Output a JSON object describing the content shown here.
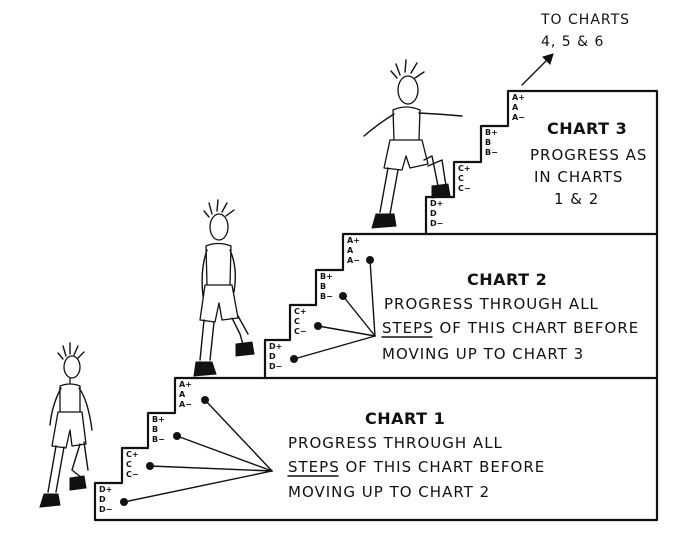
{
  "top_note": {
    "line1": "TO CHARTS",
    "line2": "4, 5 & 6"
  },
  "charts": [
    {
      "title": "CHART 1",
      "lines": [
        "PROGRESS THROUGH ALL",
        "STEPS OF THIS CHART BEFORE",
        "MOVING UP TO CHART 2"
      ],
      "underlined_word": "STEPS",
      "steps": [
        {
          "labels": [
            "D+",
            "D",
            "D−"
          ]
        },
        {
          "labels": [
            "C+",
            "C",
            "C−"
          ]
        },
        {
          "labels": [
            "B+",
            "B",
            "B−"
          ]
        },
        {
          "labels": [
            "A+",
            "A",
            "A−"
          ]
        }
      ]
    },
    {
      "title": "CHART 2",
      "lines": [
        "PROGRESS THROUGH ALL",
        "STEPS OF THIS CHART BEFORE",
        "MOVING UP TO CHART 3"
      ],
      "underlined_word": "STEPS",
      "steps": [
        {
          "labels": [
            "D+",
            "D",
            "D−"
          ]
        },
        {
          "labels": [
            "C+",
            "C",
            "C−"
          ]
        },
        {
          "labels": [
            "B+",
            "B",
            "B−"
          ]
        },
        {
          "labels": [
            "A+",
            "A",
            "A−"
          ]
        }
      ]
    },
    {
      "title": "CHART 3",
      "lines": [
        "PROGRESS AS",
        "IN CHARTS",
        "1 & 2"
      ],
      "steps": [
        {
          "labels": [
            "D+",
            "D",
            "D−"
          ]
        },
        {
          "labels": [
            "C+",
            "C",
            "C−"
          ]
        },
        {
          "labels": [
            "B+",
            "B",
            "B−"
          ]
        },
        {
          "labels": [
            "A+",
            "A",
            "A−"
          ]
        }
      ]
    }
  ]
}
